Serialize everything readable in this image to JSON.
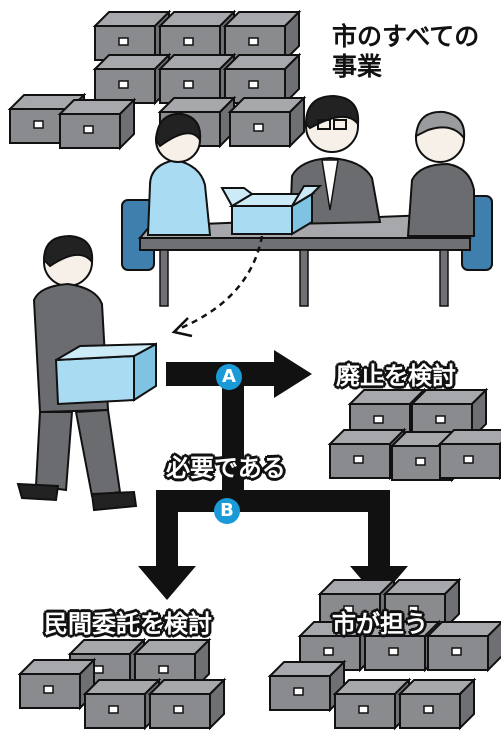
{
  "title": "市のすべての事業",
  "labels": {
    "abolish": "廃止を検討",
    "necessary": "必要である",
    "outsource": "民間委託を検討",
    "city": "市が担う"
  },
  "badges": {
    "a": "A",
    "b": "B"
  },
  "colors": {
    "arrow": "#111111",
    "badge": "#1a9ad6",
    "box_gray": "#8a8b8e",
    "box_blue": "#a9dcf3",
    "chair_blue": "#3f7fae",
    "suit_gray": "#6b6c70"
  }
}
